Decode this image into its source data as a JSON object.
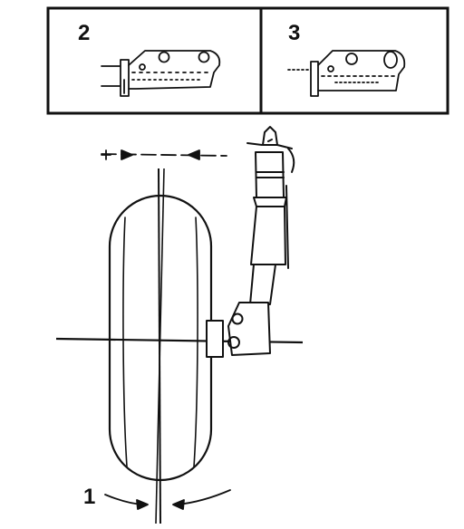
{
  "panels": [
    {
      "label": "2"
    },
    {
      "label": "3"
    }
  ],
  "callouts": {
    "camber_angle": "1"
  }
}
